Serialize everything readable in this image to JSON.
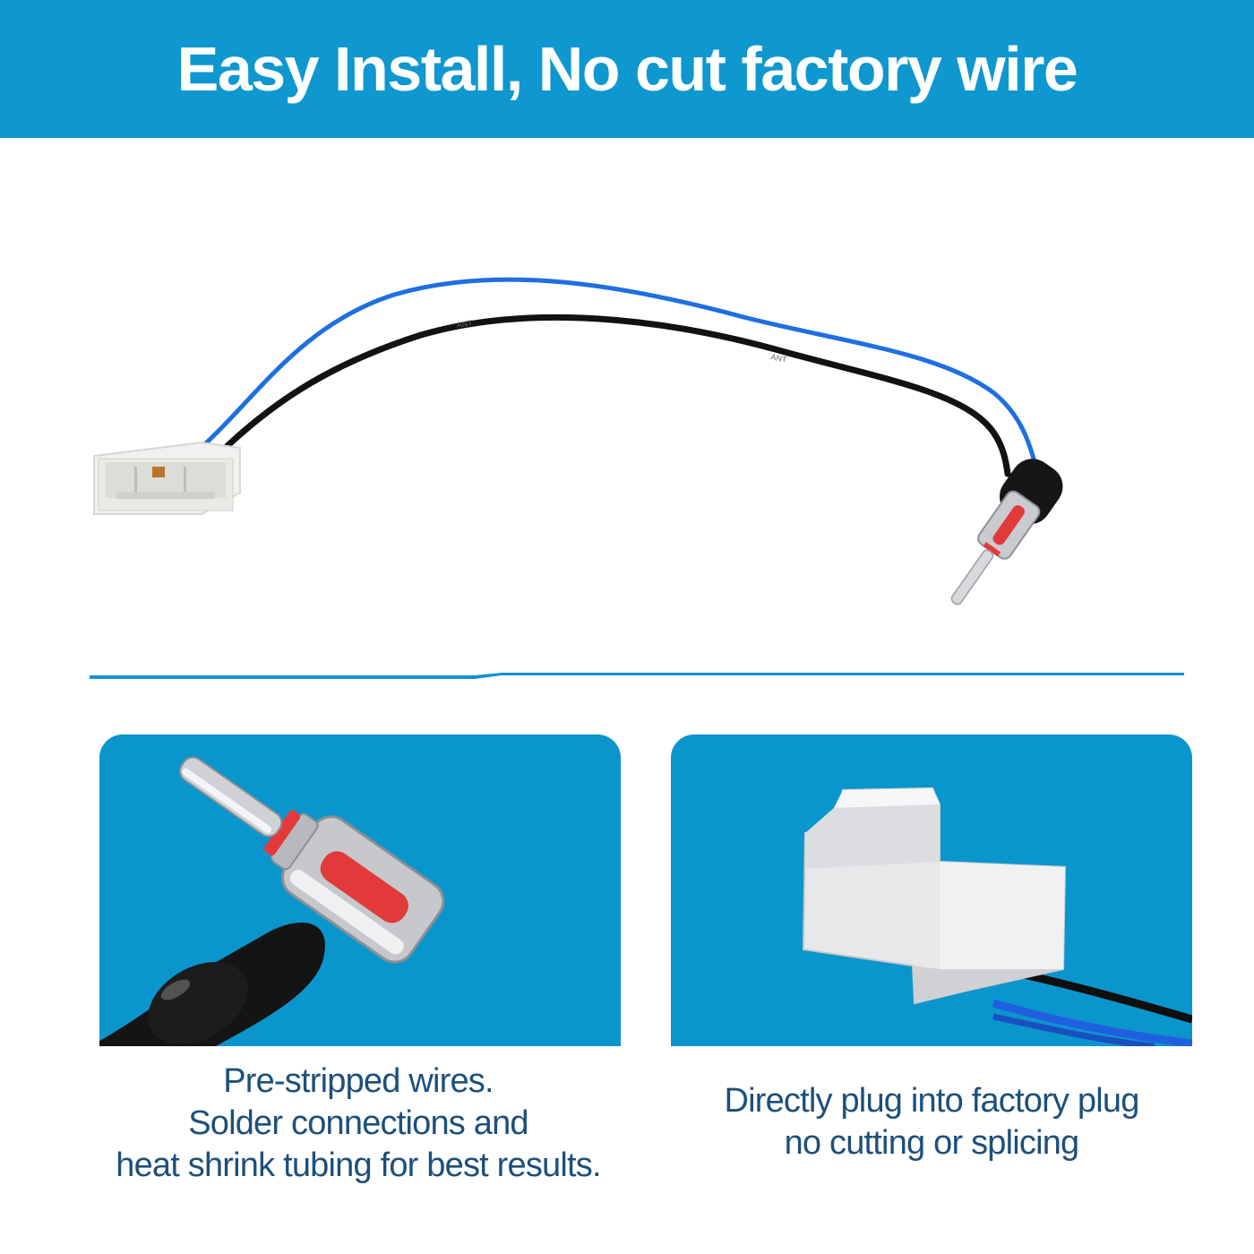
{
  "banner": {
    "title": "Easy Install, No cut factory wire",
    "color": "#0f97cf"
  },
  "hero": {
    "wire_marking": "ANT"
  },
  "panels": {
    "left": {
      "caption_lines": [
        "Pre-stripped wires.",
        "Solder connections and",
        "heat shrink tubing for best results."
      ]
    },
    "right": {
      "caption_lines": [
        "Directly plug into factory plug",
        "no cutting or splicing"
      ]
    }
  },
  "colors": {
    "panel_blue": "#0b95cd",
    "caption_text": "#1d4f7a",
    "wire_blue": "#1f6fe0",
    "wire_black": "#121212",
    "connector_white": "#f1f1ef",
    "pin_red": "#e23a3a"
  }
}
